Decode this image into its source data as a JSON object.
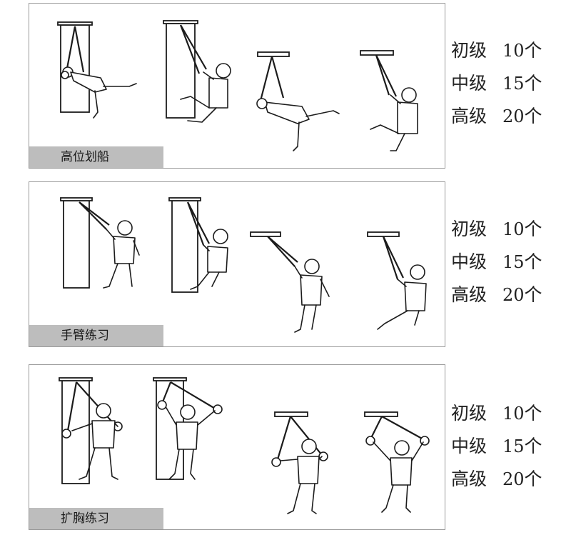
{
  "sections": [
    {
      "title": "高位划船",
      "levels": [
        {
          "name": "初级",
          "count": "10",
          "unit": "个"
        },
        {
          "name": "中级",
          "count": "15",
          "unit": "个"
        },
        {
          "name": "高级",
          "count": "20",
          "unit": "个"
        }
      ]
    },
    {
      "title": "手臂练习",
      "levels": [
        {
          "name": "初级",
          "count": "10",
          "unit": "个"
        },
        {
          "name": "中级",
          "count": "15",
          "unit": "个"
        },
        {
          "name": "高级",
          "count": "20",
          "unit": "个"
        }
      ]
    },
    {
      "title": "扩胸练习",
      "levels": [
        {
          "name": "初级",
          "count": "10",
          "unit": "个"
        },
        {
          "name": "中级",
          "count": "15",
          "unit": "个"
        },
        {
          "name": "高级",
          "count": "20",
          "unit": "个"
        }
      ]
    }
  ]
}
